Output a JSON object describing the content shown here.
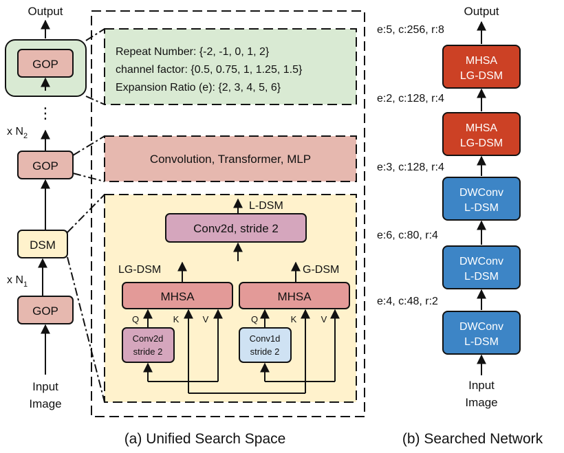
{
  "left": {
    "output": "Output",
    "gop": "GOP",
    "dots": "⋮",
    "n2": "x N",
    "n2_sub": "2",
    "dsm": "DSM",
    "n1": "x N",
    "n1_sub": "1",
    "input_line1": "Input",
    "input_line2": "Image"
  },
  "panel": {
    "repeat": "Repeat Number: {-2, -1, 0, 1, 2}",
    "channel": "channel factor: {0.5, 0.75, 1, 1.25, 1.5}",
    "expansion": "Expansion Ratio (e): {2, 3, 4, 5, 6}",
    "ops": "Convolution, Transformer, MLP",
    "ldsm": "L-DSM",
    "conv2d_stride": "Conv2d, stride 2",
    "lgdsm": "LG-DSM",
    "gdsm": "G-DSM",
    "mhsa": "MHSA",
    "q": "Q",
    "k": "K",
    "v": "V",
    "conv2d_l1": "Conv2d",
    "conv1d_l1": "Conv1d",
    "stride2": "stride 2"
  },
  "right": {
    "output": "Output",
    "blocks": [
      {
        "label": "e:5, c:256, r:8",
        "l1": "MHSA",
        "l2": "LG-DSM"
      },
      {
        "label": "e:2, c:128, r:4",
        "l1": "MHSA",
        "l2": "LG-DSM"
      },
      {
        "label": "e:3, c:128, r:4",
        "l1": "DWConv",
        "l2": "L-DSM"
      },
      {
        "label": "e:6, c:80, r:4",
        "l1": "DWConv",
        "l2": "L-DSM"
      },
      {
        "label": "e:4, c:48, r:2",
        "l1": "DWConv",
        "l2": "L-DSM"
      }
    ],
    "input_line1": "Input",
    "input_line2": "Image"
  },
  "captions": {
    "a": "(a) Unified Search Space",
    "b": "(b) Searched Network"
  },
  "colors": {
    "gop_fill": "#e6b8af",
    "green_fill": "#d9ead3",
    "yellow_fill": "#fff2cc",
    "dsm_fill": "#fff2cc",
    "mhsa_fill": "#e39a98",
    "purple_fill": "#d5a6bd",
    "blue_light_fill": "#cfe2f3",
    "red_block": "#cc4125",
    "blue_block": "#3d85c6"
  }
}
